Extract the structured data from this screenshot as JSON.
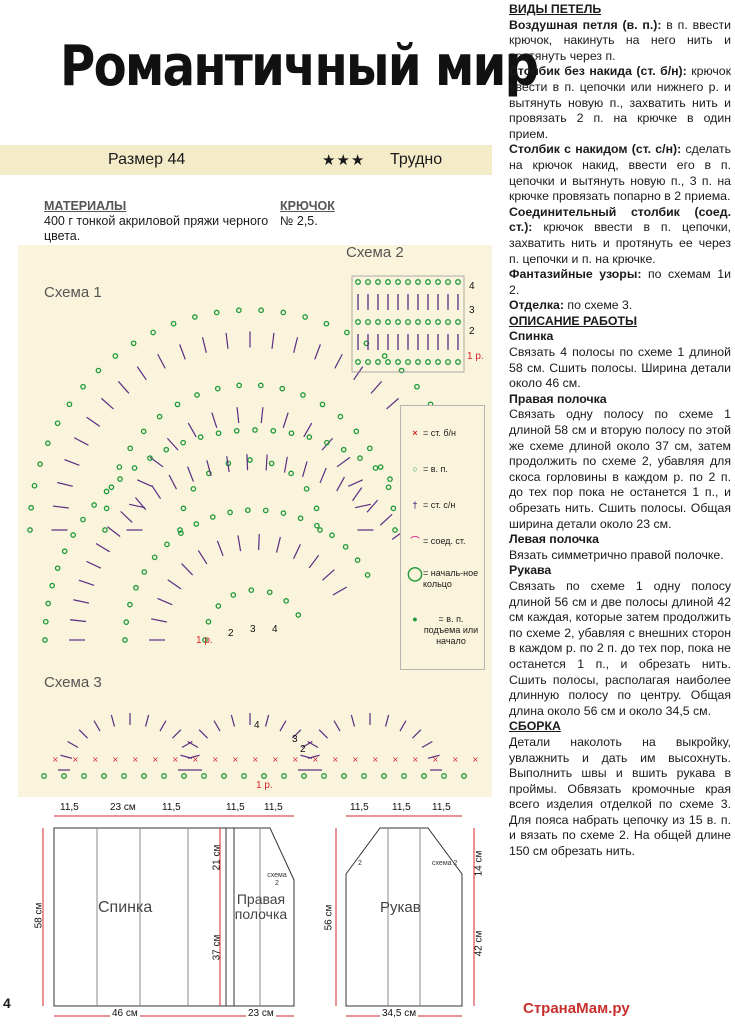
{
  "title": "Романтичный мир",
  "header": {
    "size": "Размер 44",
    "stars": "★★★",
    "difficulty": "Трудно"
  },
  "materials": {
    "heading": "МАТЕРИАЛЫ",
    "text": "400 г тонкой акриловой пряжи черного цвета."
  },
  "hook": {
    "heading": "КРЮЧОК",
    "text": "№ 2,5."
  },
  "schemes": {
    "s1": "Схема 1",
    "s2": "Схема 2",
    "s3": "Схема 3"
  },
  "scheme_marks": {
    "r1": "1 р.",
    "n2": "2",
    "n3": "3",
    "n4": "4",
    "s2_1": "1 р.",
    "s2_2": "2",
    "s2_3": "3",
    "s2_4": "4",
    "s3_1": "1 р.",
    "s3_2": "2",
    "s3_3": "3",
    "s3_4": "4"
  },
  "legend": [
    {
      "symbol": "×",
      "text": "= ст. б/н"
    },
    {
      "symbol": "○",
      "text": "= в. п."
    },
    {
      "symbol": "†",
      "text": "= ст. с/н"
    },
    {
      "symbol": "⌒",
      "text": "= соед. ст."
    },
    {
      "symbol": "◯",
      "text": "= началь-ное кольцо"
    },
    {
      "symbol": "●",
      "text": "= в. п. подъема или начало"
    }
  ],
  "patterns": {
    "back": {
      "label": "Спинка",
      "top": [
        "11,5",
        "23 см",
        "11,5"
      ],
      "side": "58 см",
      "bottom": "46 см"
    },
    "front": {
      "label1": "Правая",
      "label2": "полочка",
      "inset1": "схема",
      "inset2": "2",
      "top": [
        "11,5",
        "11,5"
      ],
      "side_top": "21 см",
      "side_bottom": "37 см",
      "bottom": "23 см"
    },
    "sleeve": {
      "label": "Рукав",
      "inset": "схема 2",
      "inset_num": "2",
      "top": [
        "11,5",
        "11,5",
        "11,5"
      ],
      "side": "56 см",
      "side_right_top": "14 см",
      "side_right_bottom": "42 см",
      "bottom": "34,5 см"
    }
  },
  "page_number": "4",
  "text": {
    "types_heading": "ВИДЫ ПЕТЕЛЬ",
    "vp_term": "Воздушная петля (в. п.):",
    "vp_text": "в п. ввести крючок, накинуть на него нить и протянуть через п.",
    "sbn_term": "Столбик без накида (ст. б/н):",
    "sbn_text": "крючок ввести в п. цепочки или нижнего р. и вытянуть новую п., захватить нить и провязать 2 п. на крючке в один прием.",
    "ssn_term": "Столбик с накидом (ст. с/н):",
    "ssn_text": "сделать на крючок накид, ввести его в п. цепочки и вытянуть новую п., 3 п. на крючке провязать попарно в 2 приема.",
    "soed_term": "Соединительный столбик (соед. ст.):",
    "soed_text": "крючок ввести в п. цепочки, захватить нить и протянуть ее через п. цепочки и п. на крючке.",
    "fant_term": "Фантазийные узоры:",
    "fant_text": "по схемам 1и 2.",
    "otd_term": "Отделка:",
    "otd_text": "по схеме 3.",
    "desc_heading": "ОПИСАНИЕ РАБОТЫ",
    "back_h": "Спинка",
    "back_text": "Связать 4 полосы по схеме 1 длиной 58 см. Сшить полосы. Ширина детали около 46 см.",
    "rf_h": "Правая полочка",
    "rf_text": "Связать одну полосу по схеме 1 длиной 58 см и вторую полосу по этой же схеме длиной около 37 см, затем продолжить по схеме 2, убавляя для скоса горловины в каждом р. по 2 п. до тех пор пока не останется 1 п., и обрезать нить. Сшить полосы. Общая ширина детали около 23 см.",
    "lf_h": "Левая полочка",
    "lf_text": "Вязать симметрично правой полочке.",
    "sl_h": "Рукава",
    "sl_text": "Связать по схеме 1 одну полосу длиной 56 см и две полосы длиной 42 см каждая, которые затем продолжить по схеме 2, убавляя с внешних сторон в каждом р. по 2 п. до тех пор, пока не останется 1 п., и обрезать нить. Сшить полосы, располагая наиболее длинную полосу по центру. Общая длина около 56 см и около 34,5 см.",
    "as_h": "СБОРКА",
    "as_text": "Детали наколоть на выкройку, увлажнить и дать им высохнуть. Выполнить швы и вшить рукава в проймы. Обвязать кромочные края всего изделия отделкой по схеме 3. Для пояса набрать цепочку из 15 в. п. и вязать по схеме 2. На общей длине 150 см обрезать нить."
  },
  "watermark": "СтранаМам.ру",
  "colors": {
    "accent": "#f4ecc9",
    "green": "#1f9a3a",
    "purple": "#5a2d82",
    "red": "#d6262b",
    "pink": "#e0358f"
  }
}
